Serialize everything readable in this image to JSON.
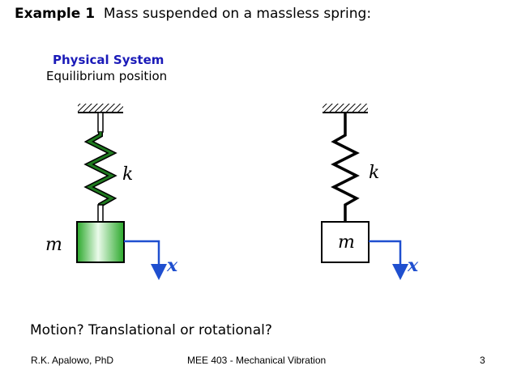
{
  "title": {
    "label": "Example 1",
    "text": "Mass suspended on a massless spring:"
  },
  "physical_system": {
    "heading": "Physical System",
    "subheading": "Equilibrium position"
  },
  "left_system": {
    "spring_label": "k",
    "mass_label": "m",
    "axis_label": "x"
  },
  "right_system": {
    "spring_label": "k",
    "mass_label": "m",
    "axis_label": "x"
  },
  "colors": {
    "heading": "#1a1ab8",
    "arrow": "#1f4fcf",
    "spring_green": "#1f7a1f",
    "mass_green_light": "#eafaea",
    "mass_green_dark": "#2aa82a"
  },
  "question": "Motion? Translational or rotational?",
  "footer": {
    "author": "R.K. Apalowo, PhD",
    "course": "MEE 403 - Mechanical Vibration",
    "page_number": "3"
  }
}
